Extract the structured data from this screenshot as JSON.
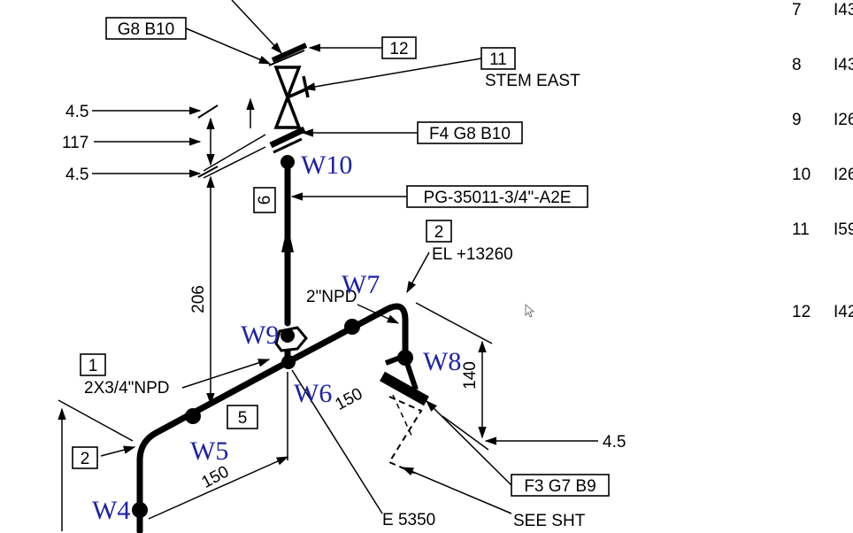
{
  "drawing": {
    "callouts": {
      "g8b10": "G8 B10",
      "n12": "12",
      "n11": "11",
      "stem_east": "STEM EAST",
      "f4g8b10": "F4 G8 B10",
      "line_no": "PG-35011-3/4\"-A2E",
      "n2_top": "2",
      "el": "EL +13260",
      "npd_2": "2\"NPD",
      "n1": "1",
      "npd_2x34": "2X3/4\"NPD",
      "n2_left": "2",
      "n5": "5",
      "n6": "6",
      "f3g7b9": "F3 G7 B9",
      "see_sht": "SEE SHT",
      "e5350": "E 5350"
    },
    "dimensions": {
      "d45_top": "4.5",
      "d117": "117",
      "d45_mid": "4.5",
      "d206": "206",
      "d140": "140",
      "d45_right": "4.5",
      "d150_a": "150",
      "d150_b": "150"
    },
    "welds": {
      "w4": "W4",
      "w5": "W5",
      "w6": "W6",
      "w7": "W7",
      "w8": "W8",
      "w9": "W9",
      "w10": "W10"
    }
  },
  "bom_table": {
    "rows": [
      {
        "no": "7",
        "code": "I43"
      },
      {
        "no": "8",
        "code": "I43"
      },
      {
        "no": "9",
        "code": "I26"
      },
      {
        "no": "10",
        "code": "I26"
      },
      {
        "no": "11",
        "code": "I59"
      },
      {
        "no": "12",
        "code": "I42"
      }
    ]
  },
  "colors": {
    "weld_label": "#1c22a8",
    "line": "#000000"
  },
  "cursor_icon": "arrow-cursor-icon"
}
